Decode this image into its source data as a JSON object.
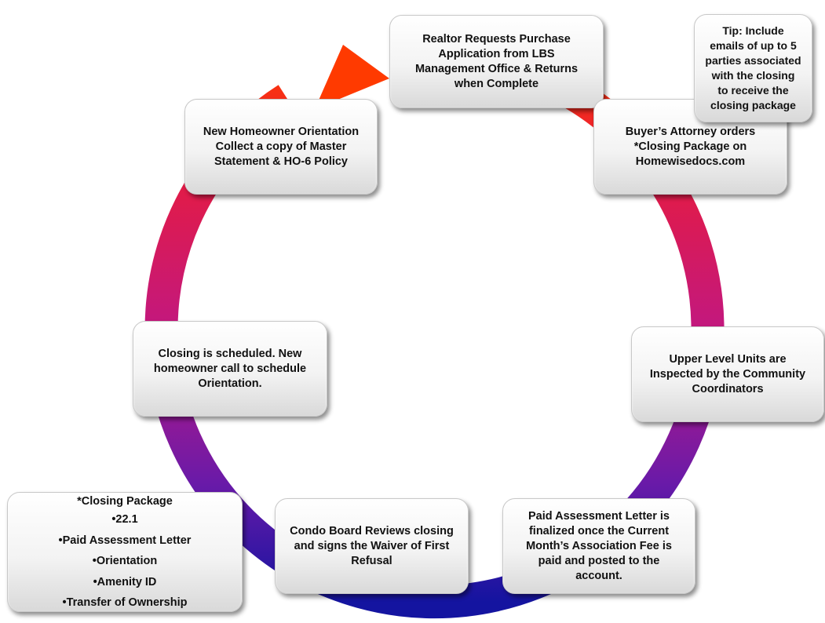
{
  "colors": {
    "ring_top": "#ff3a00",
    "ring_middle": "#c2187f",
    "ring_bottom": "#1414a0"
  },
  "steps": [
    {
      "lines": [
        "Realtor Requests Purchase",
        "Application from LBS",
        "Management Office & Returns",
        "when Complete"
      ]
    },
    {
      "lines": [
        "Buyer’s Attorney orders",
        "*Closing Package on",
        "Homewisedocs.com"
      ]
    },
    {
      "lines": [
        "Upper Level Units are",
        "Inspected by the Community",
        "Coordinators"
      ]
    },
    {
      "lines": [
        "Paid Assessment Letter is",
        "finalized once the Current",
        "Month’s Association Fee is",
        "paid and posted to the",
        "account."
      ]
    },
    {
      "lines": [
        "Condo Board Reviews closing",
        "and signs the Waiver of First",
        "Refusal"
      ]
    },
    {
      "lines": [
        "Closing is scheduled. New",
        "homeowner call to schedule",
        "Orientation."
      ]
    },
    {
      "lines": [
        "New Homeowner Orientation",
        "Collect a copy of Master",
        "Statement & HO-6 Policy"
      ]
    }
  ],
  "tip": {
    "lines": [
      "Tip: Include",
      "emails of up to 5",
      "parties associated",
      "with the closing",
      "to receive the",
      "closing package"
    ]
  },
  "closing_package": {
    "title": "*Closing Package",
    "items": [
      "•22.1",
      "•Paid Assessment Letter",
      "•Orientation",
      "•Amenity ID",
      "•Transfer of Ownership"
    ]
  }
}
